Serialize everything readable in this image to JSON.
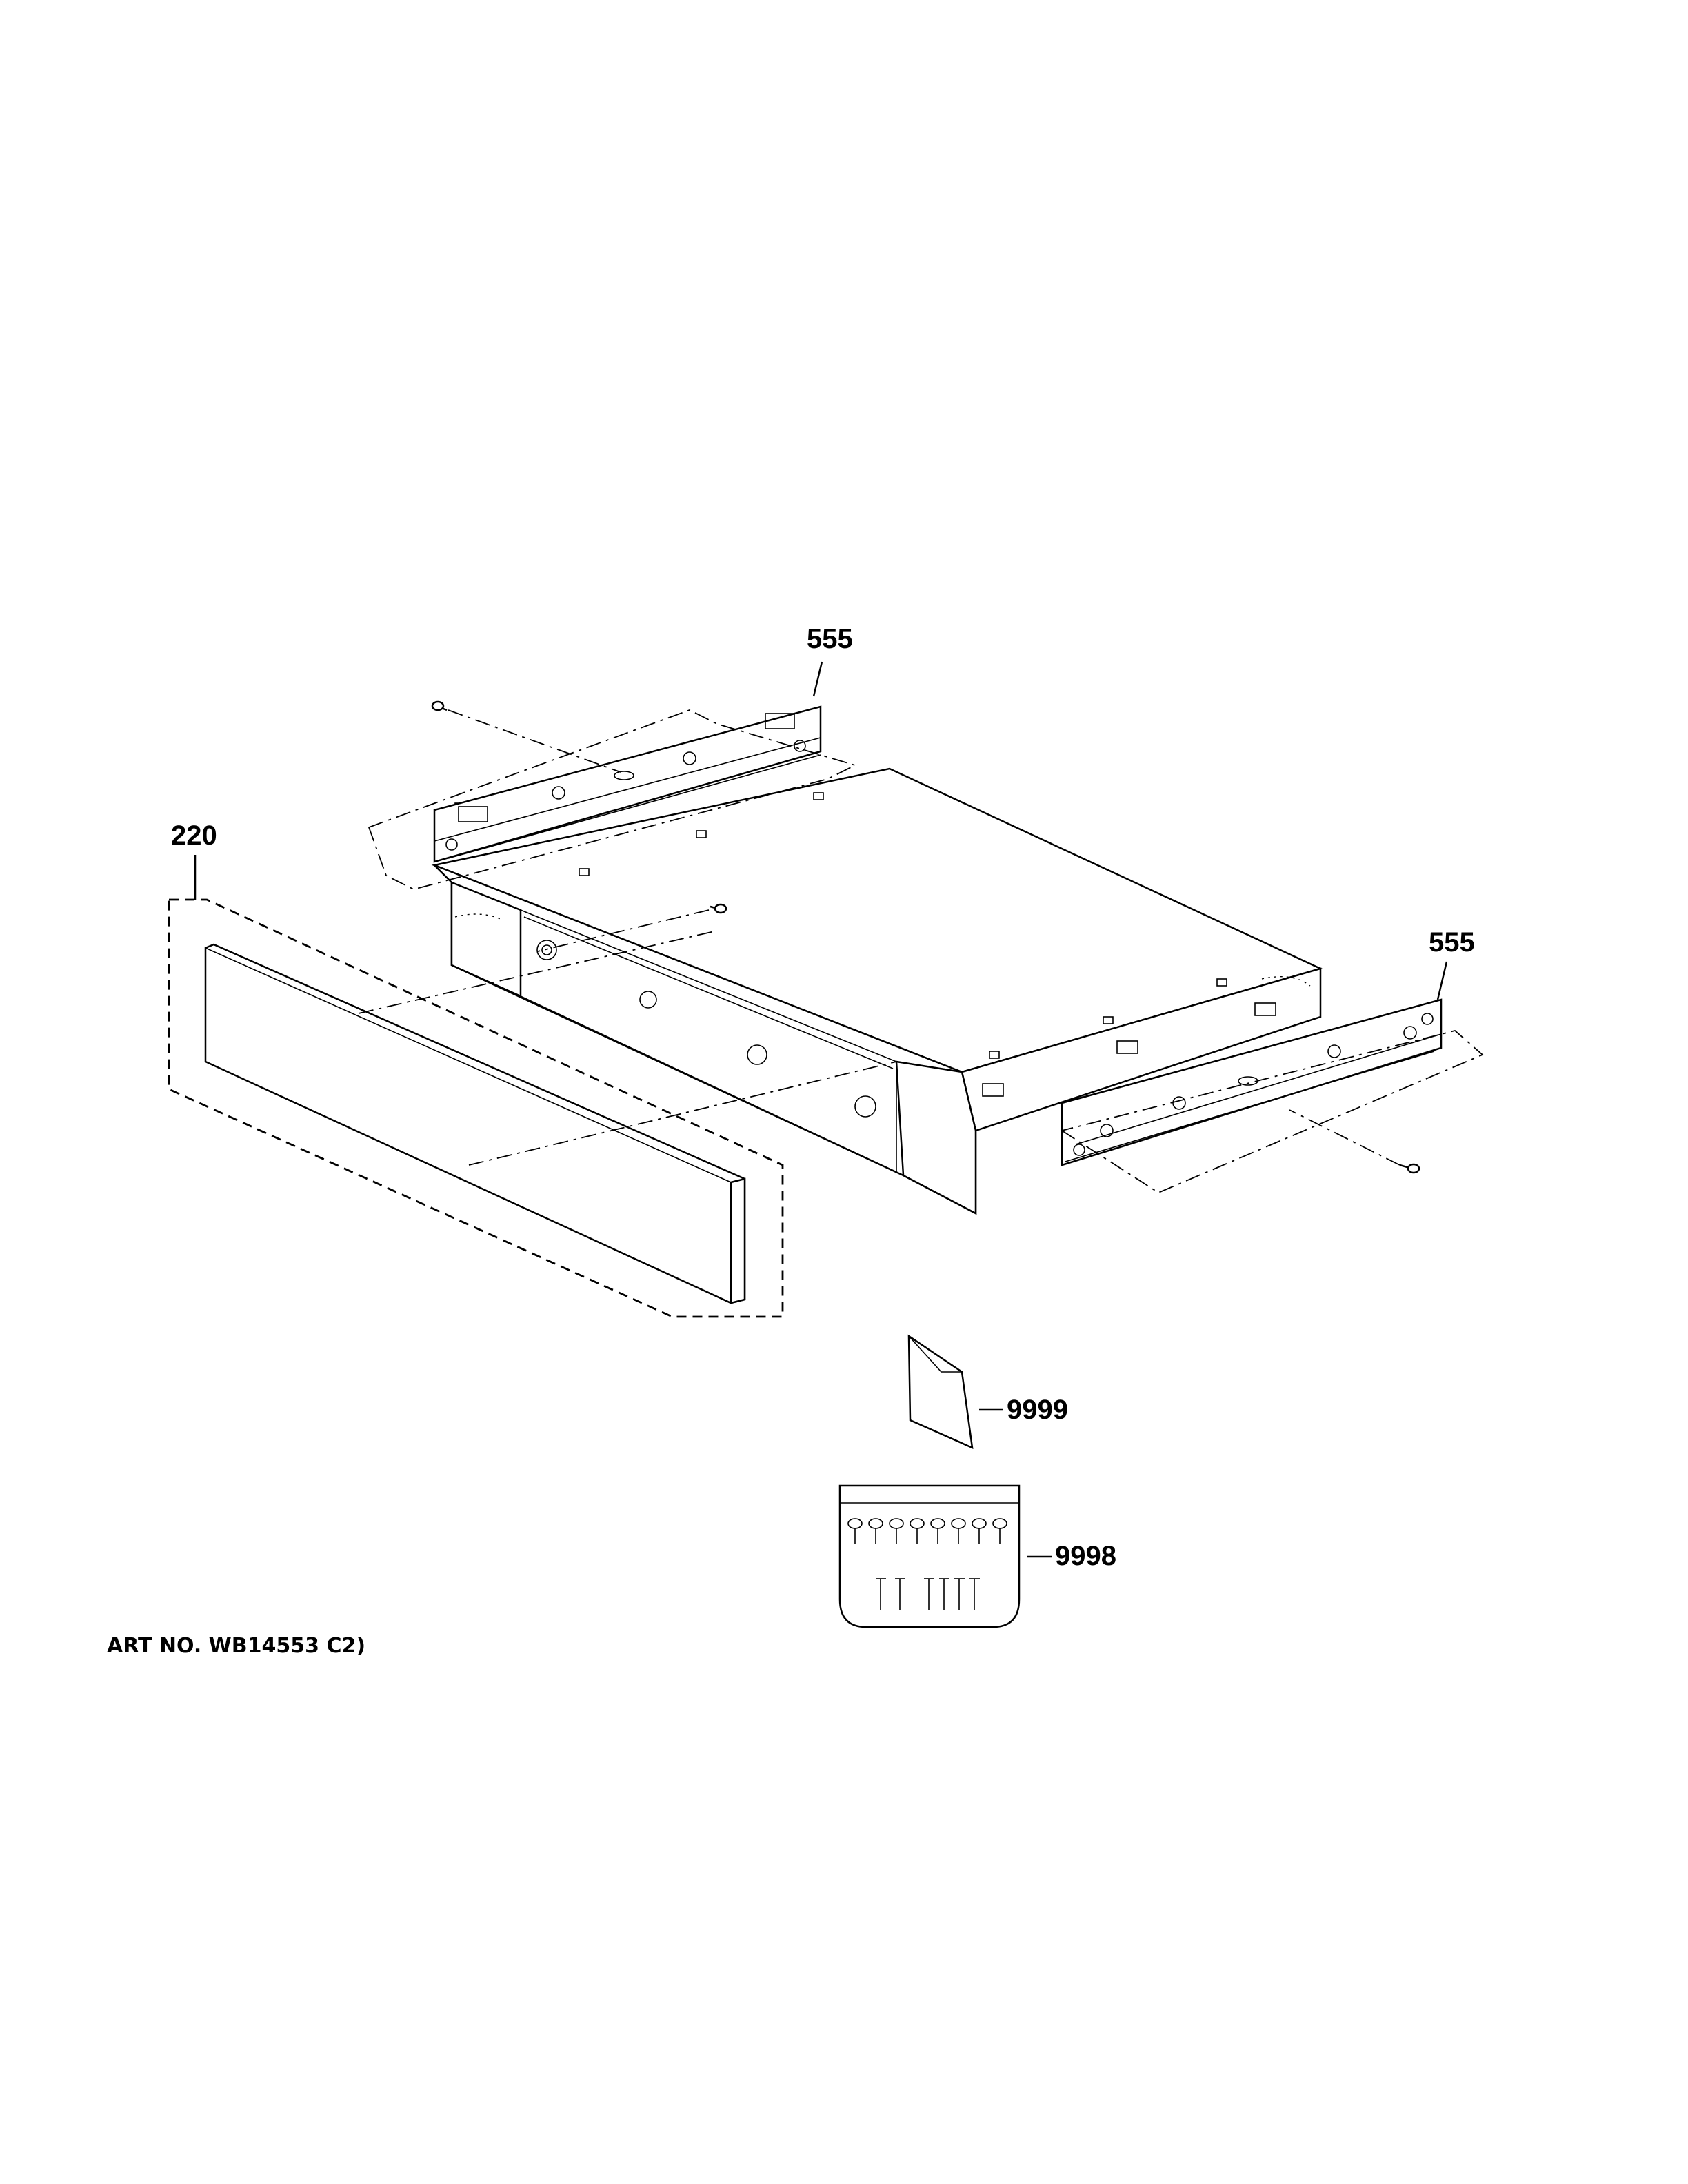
{
  "callouts": {
    "bracket_top": "555",
    "bracket_right": "555",
    "front_panel": "220",
    "literature": "9999",
    "hardware_kit": "9998"
  },
  "art_number": "ART NO. WB14553 C2)"
}
